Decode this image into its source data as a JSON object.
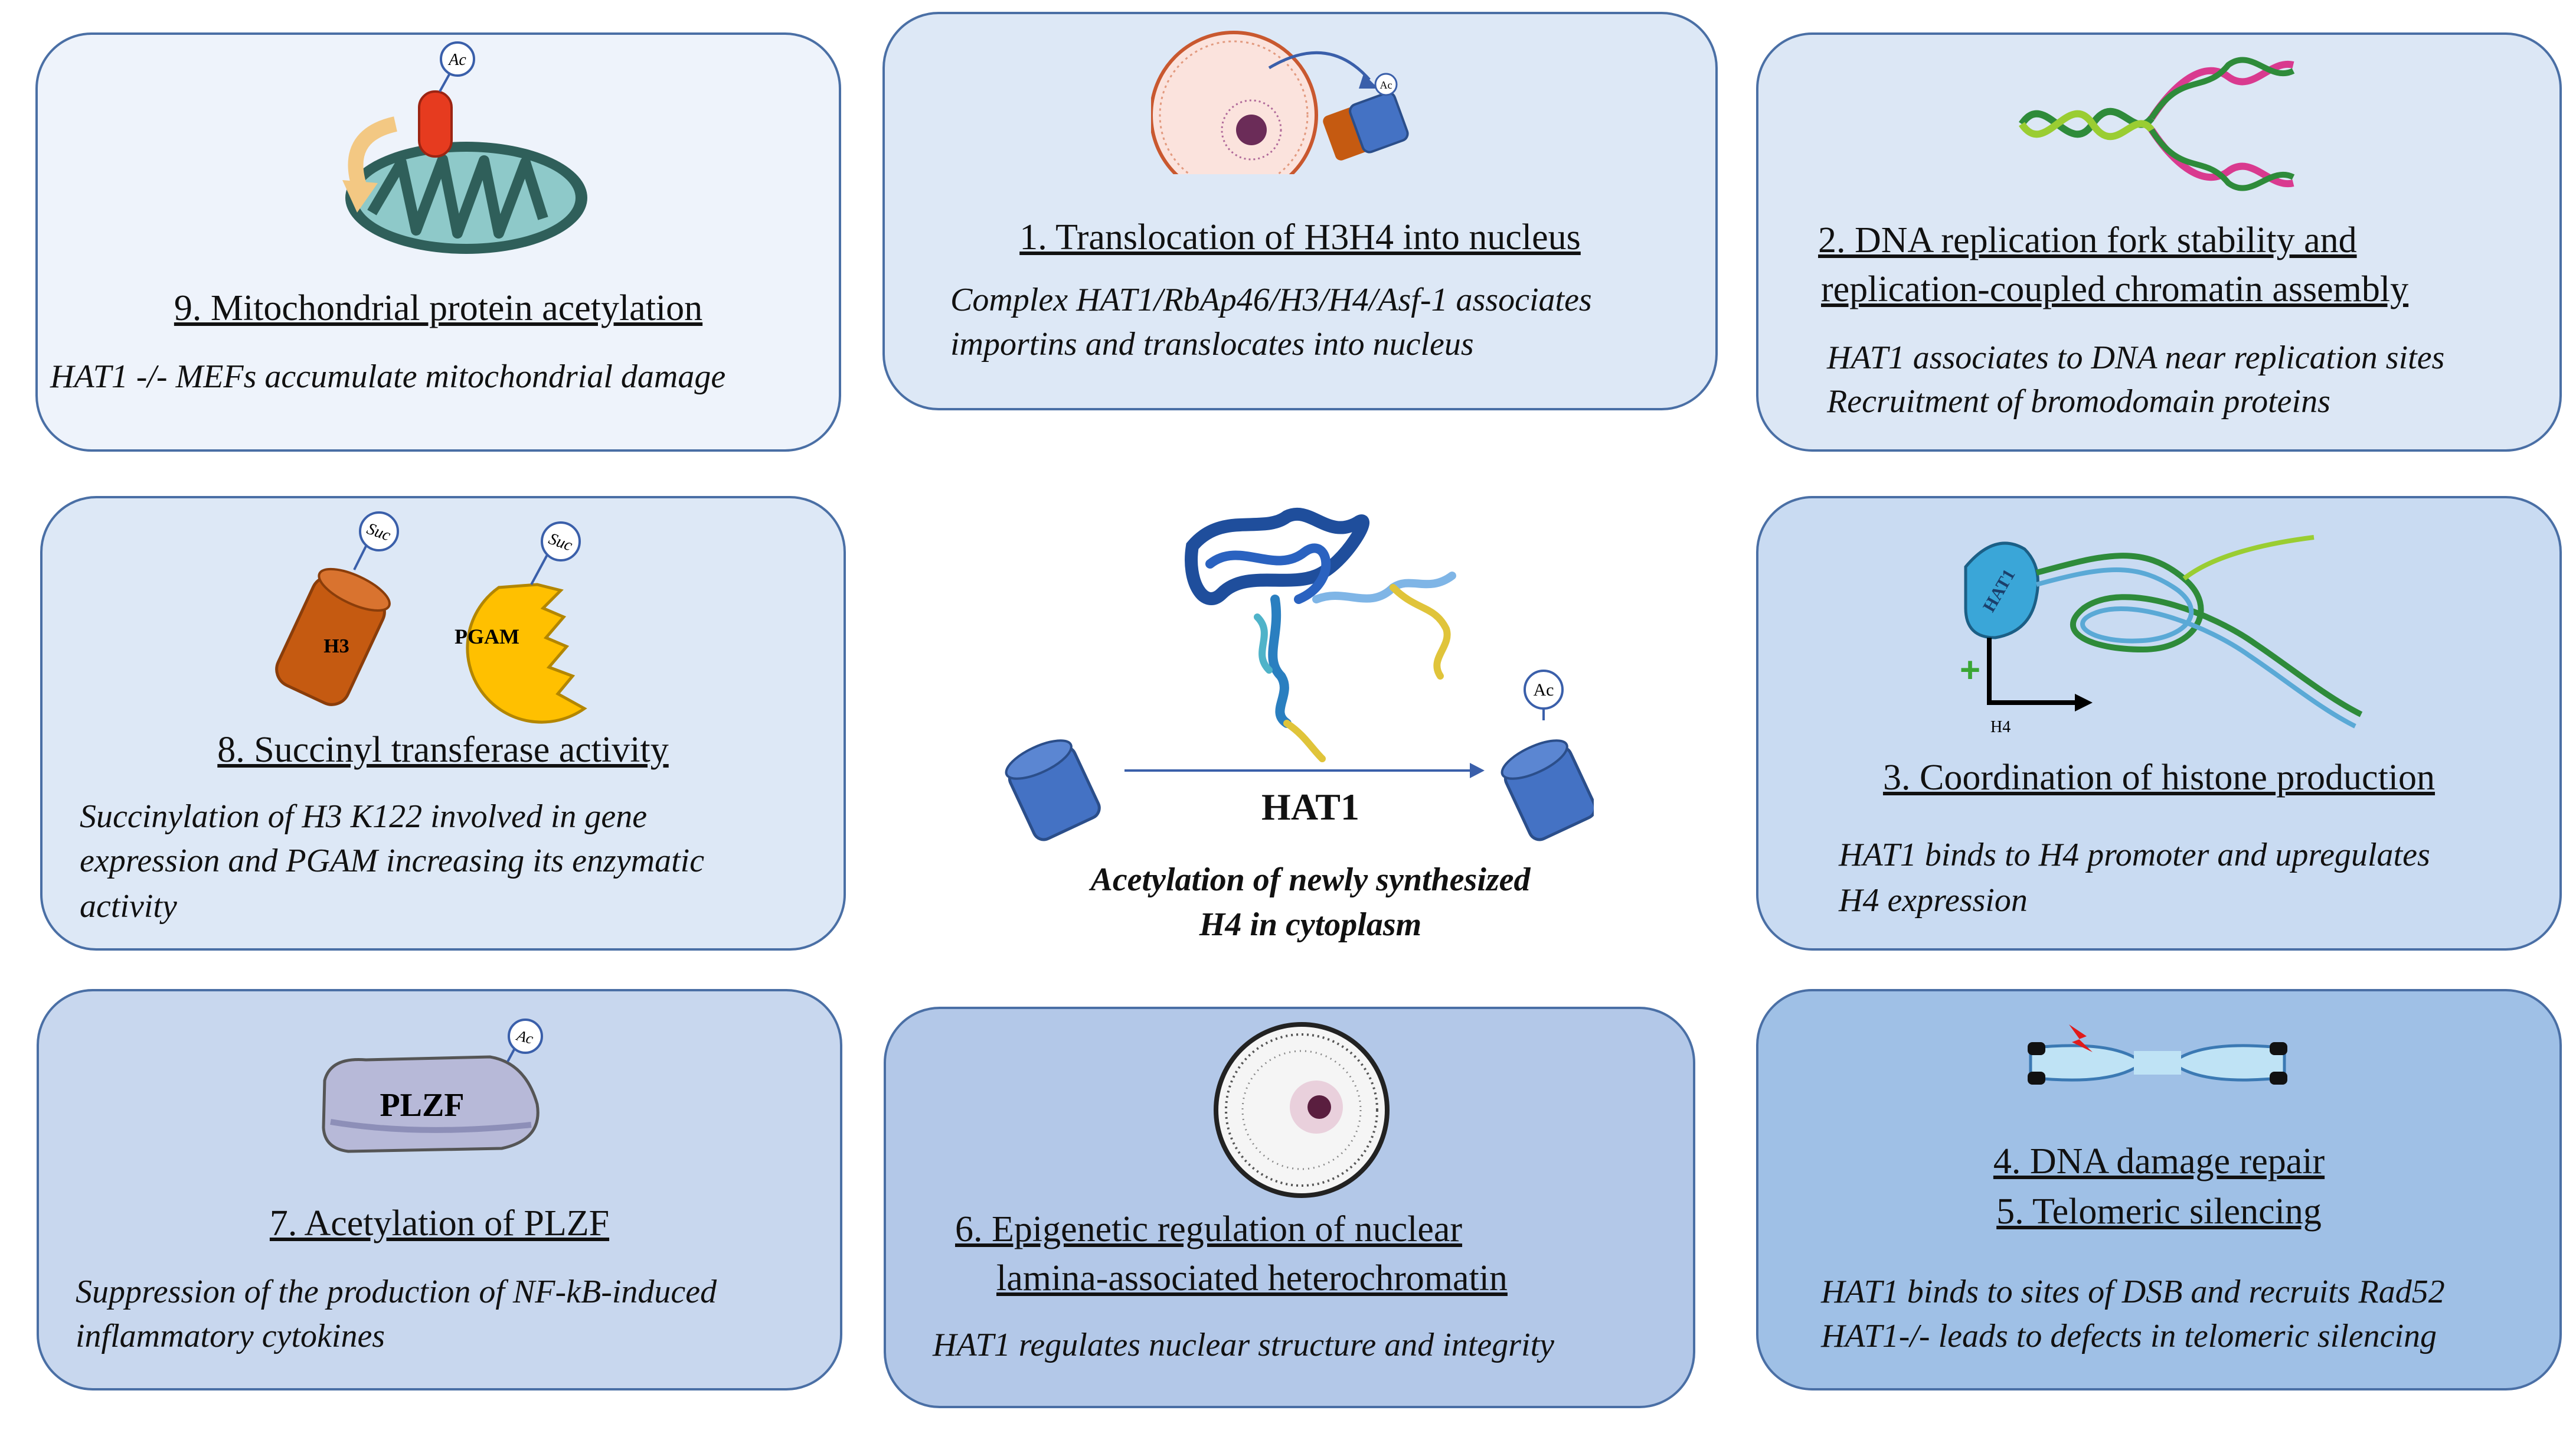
{
  "colors": {
    "panel_border": "#4a6fa5",
    "panel_light": "#e3edf8",
    "panel_mid": "#c8d7ee",
    "panel_dark": "#a9c6e8",
    "histone_blue": "#4472c4",
    "histone_orange": "#c55a11",
    "pgam_yellow": "#ffc000"
  },
  "center": {
    "enzyme": "HAT1",
    "caption_line1": "Acetylation of newly synthesized",
    "caption_line2": "H4 in cytoplasm",
    "ac_tag": "Ac"
  },
  "panels": {
    "p9": {
      "title": "9. Mitochondrial protein acetylation",
      "desc": [
        "HAT1 -/- MEFs accumulate mitochondrial damage"
      ],
      "tag": "Ac"
    },
    "p1": {
      "title": "1. Translocation of H3H4 into nucleus",
      "desc": [
        "Complex HAT1/RbAp46/H3/H4/Asf-1 associates",
        "importins and translocates into nucleus"
      ],
      "tag": "Ac"
    },
    "p2": {
      "title": [
        "2. DNA replication fork stability and",
        "replication-coupled chromatin assembly"
      ],
      "desc": [
        "HAT1 associates to DNA near replication sites",
        "Recruitment of bromodomain proteins"
      ]
    },
    "p8": {
      "title": "8. Succinyl transferase activity",
      "desc": [
        "Succinylation of H3 K122 involved in gene",
        "expression and PGAM increasing its enzymatic",
        "activity"
      ],
      "h3_label": "H3",
      "pgam_label": "PGAM",
      "tag": "Suc"
    },
    "p3": {
      "title": "3. Coordination of histone production",
      "desc": [
        "HAT1 binds to H4 promoter and upregulates",
        "H4 expression"
      ],
      "hat1_label": "HAT1",
      "h4_label": "H4"
    },
    "p7": {
      "title": "7. Acetylation of PLZF",
      "desc": [
        "Suppression of the production of NF-kB-induced",
        "inflammatory cytokines"
      ],
      "plzf_label": "PLZF",
      "tag": "Ac"
    },
    "p6": {
      "title": [
        "6. Epigenetic regulation of nuclear",
        "lamina-associated heterochromatin"
      ],
      "desc": [
        "HAT1 regulates nuclear structure and integrity"
      ]
    },
    "p45": {
      "title": [
        "4. DNA damage repair",
        "5. Telomeric silencing"
      ],
      "desc": [
        "HAT1 binds to sites of DSB and recruits Rad52",
        "HAT1-/- leads to defects in telomeric silencing"
      ]
    }
  }
}
